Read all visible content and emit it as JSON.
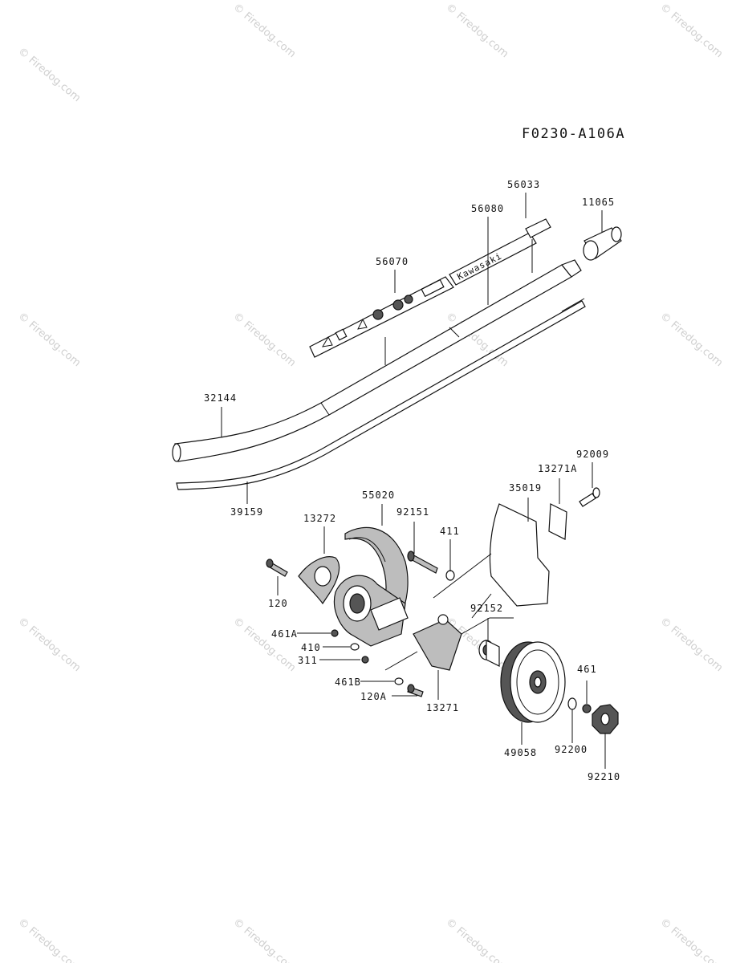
{
  "diagram_code": "F0230-A106A",
  "watermark": "© Firedog.com",
  "decal_text": "Kawasaki",
  "parts": [
    {
      "id": "p56033",
      "label": "56033"
    },
    {
      "id": "p11065",
      "label": "11065"
    },
    {
      "id": "p56080",
      "label": "56080"
    },
    {
      "id": "p56070",
      "label": "56070"
    },
    {
      "id": "p32144",
      "label": "32144"
    },
    {
      "id": "p39159",
      "label": "39159"
    },
    {
      "id": "p92009",
      "label": "92009"
    },
    {
      "id": "p13271A",
      "label": "13271A"
    },
    {
      "id": "p35019",
      "label": "35019"
    },
    {
      "id": "p55020",
      "label": "55020"
    },
    {
      "id": "p92151",
      "label": "92151"
    },
    {
      "id": "p13272",
      "label": "13272"
    },
    {
      "id": "p411",
      "label": "411"
    },
    {
      "id": "p120",
      "label": "120"
    },
    {
      "id": "p92152",
      "label": "92152"
    },
    {
      "id": "p461A",
      "label": "461A"
    },
    {
      "id": "p410",
      "label": "410"
    },
    {
      "id": "p311",
      "label": "311"
    },
    {
      "id": "p461B",
      "label": "461B"
    },
    {
      "id": "p120A",
      "label": "120A"
    },
    {
      "id": "p13271",
      "label": "13271"
    },
    {
      "id": "p461",
      "label": "461"
    },
    {
      "id": "p49058",
      "label": "49058"
    },
    {
      "id": "p92200",
      "label": "92200"
    },
    {
      "id": "p92210",
      "label": "92210"
    }
  ]
}
